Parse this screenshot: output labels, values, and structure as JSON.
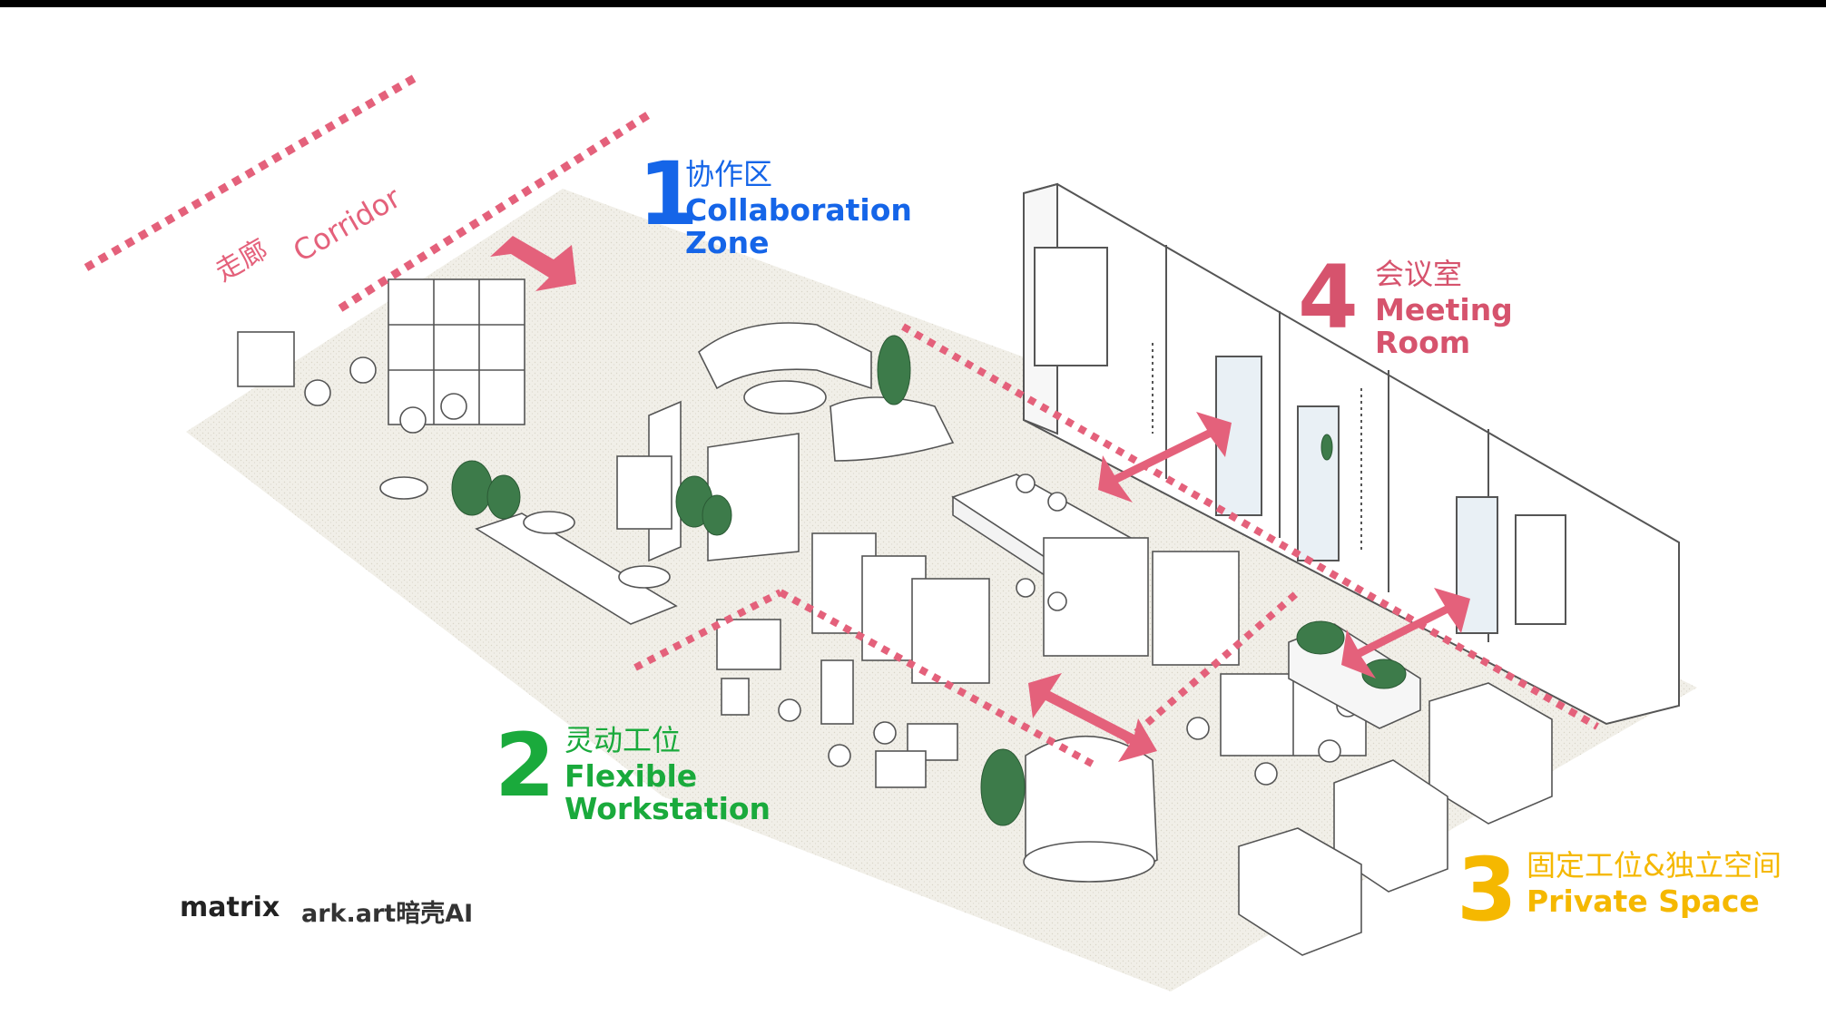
{
  "corridor": {
    "zh": "走廊",
    "en": "Corridor"
  },
  "zones": [
    {
      "num": "1",
      "zh": "协作区",
      "en_line1": "Collaboration",
      "en_line2": "Zone",
      "color": "#1565e8"
    },
    {
      "num": "2",
      "zh": "灵动工位",
      "en_line1": "Flexible",
      "en_line2": "Workstation",
      "color": "#1aaa3c"
    },
    {
      "num": "3",
      "zh": "固定工位&独立空间",
      "en_line1": "Private Space",
      "color": "#f5b800"
    },
    {
      "num": "4",
      "zh": "会议室",
      "en_line1": "Meeting",
      "en_line2": "Room",
      "color": "#d6536d"
    }
  ],
  "brands": {
    "matrix": "matrix",
    "arkart": "ark.art暗壳AI"
  },
  "colors": {
    "accent_pink": "#e4617b",
    "floor": "#efede6",
    "line": "#6b6b6b"
  }
}
